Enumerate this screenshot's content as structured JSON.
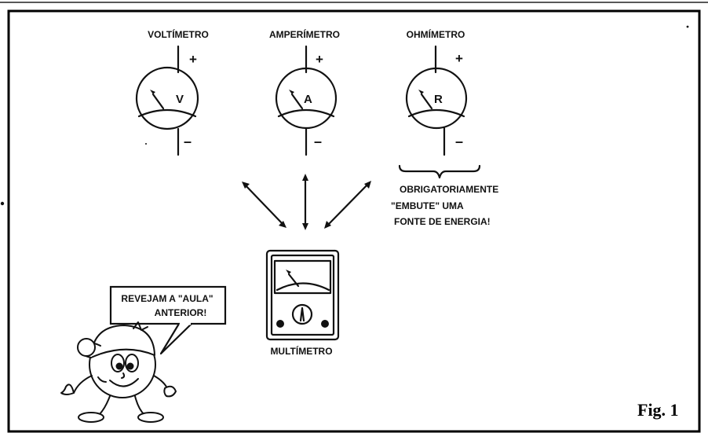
{
  "meters": [
    {
      "name": "VOLTÍMETRO",
      "symbol": "V",
      "plus": "+",
      "minus": "–"
    },
    {
      "name": "AMPERÍMETRO",
      "symbol": "A",
      "plus": "+",
      "minus": "–"
    },
    {
      "name": "OHMÍMETRO",
      "symbol": "R",
      "plus": "+",
      "minus": "–"
    }
  ],
  "ohmmeter_note": [
    "OBRIGATORIAMENTE",
    "\"EMBUTE\" UMA",
    "FONTE DE ENERGIA!"
  ],
  "multimeter_label": "MULTÍMETRO",
  "speech_bubble": [
    "REVEJAM A \"AULA\"",
    "ANTERIOR!"
  ],
  "figure_label": "Fig. 1"
}
